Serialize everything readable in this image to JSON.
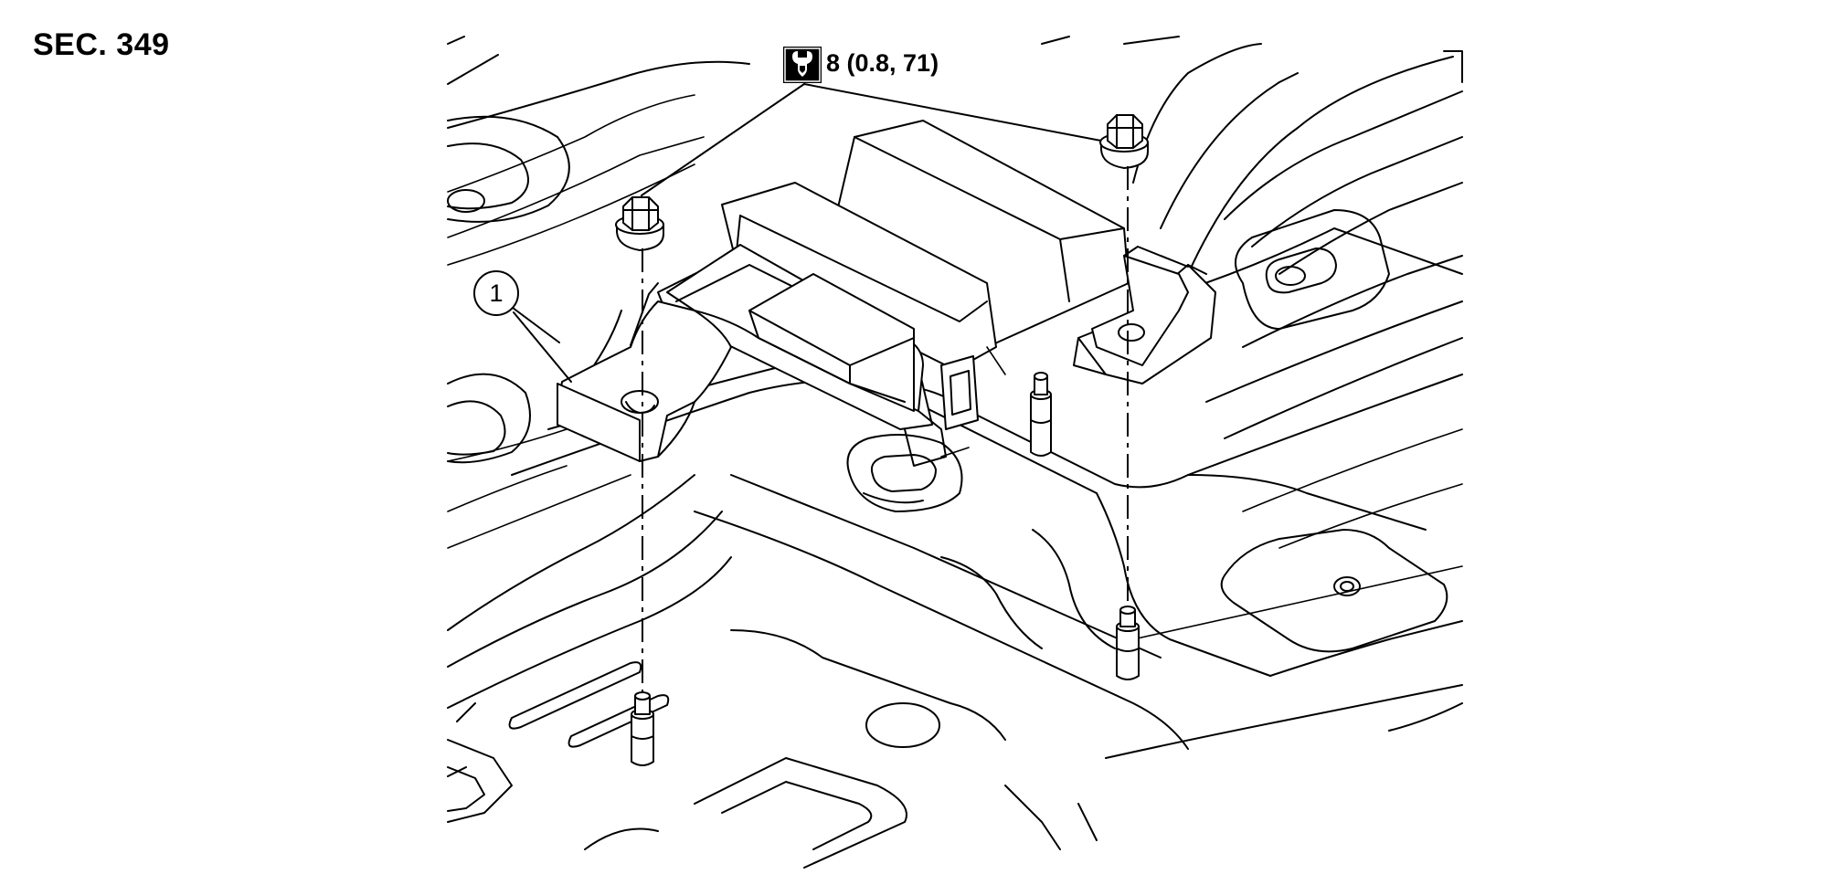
{
  "section": {
    "label": "SEC. 349"
  },
  "torque": {
    "icon": "torque-wrench-icon",
    "value": "8 (0.8, 71)"
  },
  "callouts": [
    {
      "number": "1"
    }
  ]
}
